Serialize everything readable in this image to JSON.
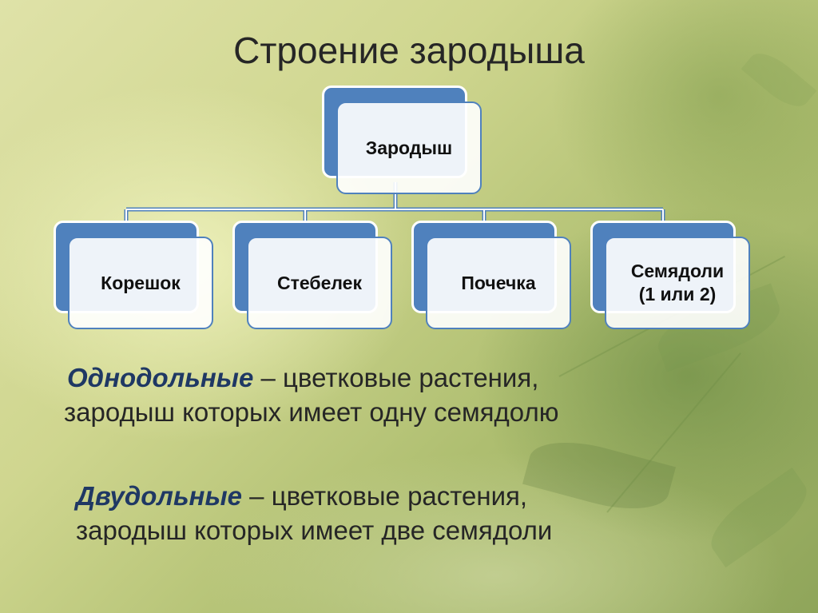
{
  "slide": {
    "title": "Строение зародыша"
  },
  "diagram": {
    "root": {
      "label": "Зародыш"
    },
    "children": [
      {
        "label": "Корешок"
      },
      {
        "label": "Стебелек"
      },
      {
        "label": "Почечка"
      },
      {
        "label": "Семядоли\n(1 или 2)"
      }
    ]
  },
  "definitions": [
    {
      "term": "Однодольные",
      "rest_line1": " – цветковые растения,",
      "line2": "зародыш которых имеет одну семядолю"
    },
    {
      "term": "Двудольные",
      "rest_line1": " – цветковые растения,",
      "line2": "зародыш которых имеет две семядоли"
    }
  ],
  "colors": {
    "box_blue": "#4f81bd",
    "term_blue": "#1f3864",
    "text": "#262626"
  }
}
